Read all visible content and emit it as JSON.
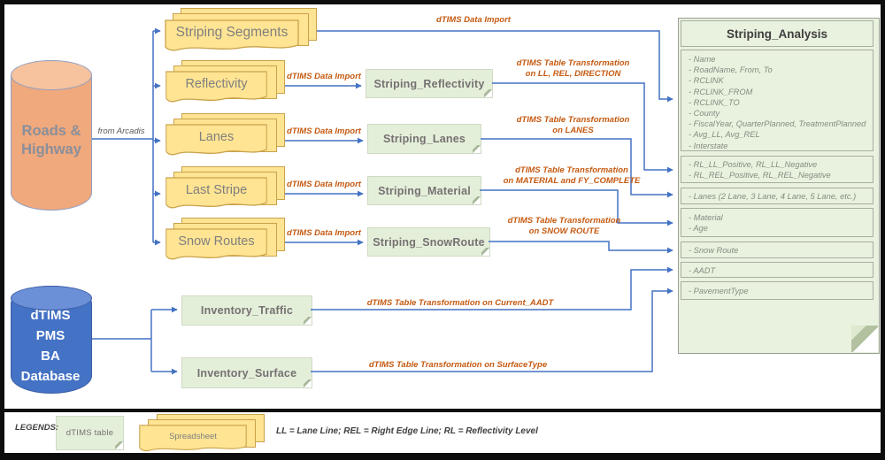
{
  "sources": {
    "roads": {
      "line1": "Roads &",
      "line2": "Highway",
      "flow_note": "from Arcadis"
    },
    "dtims": {
      "lines": [
        "dTIMS",
        "PMS",
        "BA",
        "Database"
      ]
    }
  },
  "spreadsheets": [
    {
      "label": "Striping Segments"
    },
    {
      "label": "Reflectivity"
    },
    {
      "label": "Lanes"
    },
    {
      "label": "Last Stripe"
    },
    {
      "label": "Snow Routes"
    }
  ],
  "tables": [
    {
      "label": "Striping_Reflectivity"
    },
    {
      "label": "Striping_Lanes"
    },
    {
      "label": "Striping_Material"
    },
    {
      "label": "Striping_SnowRoute"
    },
    {
      "label": "Inventory_Traffic"
    },
    {
      "label": "Inventory_Surface"
    }
  ],
  "flows": {
    "imports": [
      "dTIMS Data Import",
      "dTIMS Data Import",
      "dTIMS Data Import",
      "dTIMS Data Import",
      "dTIMS Data Import"
    ],
    "transformations": [
      {
        "line1": "dTIMS  Table  Transformation",
        "line2": "on LL, REL, DIRECTION"
      },
      {
        "line1": "dTIMS  Table  Transformation",
        "line2": "on LANES"
      },
      {
        "line1": "dTIMS  Table  Transformation",
        "line2": "on MATERIAL  and FY_COMPLETE"
      },
      {
        "line1": "dTIMS  Table  Transformation",
        "line2": "on SNOW ROUTE"
      },
      {
        "line1": "dTIMS Table Transformation on Current_AADT"
      },
      {
        "line1": "dTIMS Table Transformation on SurfaceType"
      }
    ]
  },
  "analysis": {
    "title": "Striping_Analysis",
    "sections": [
      {
        "lines": [
          "- Name",
          "- RoadName, From, To",
          "- RCLINK",
          "- RCLINK_FROM",
          "- RCLINK_TO",
          "- County",
          "- FiscalYear, QuarterPlanned, TreatmentPlanned",
          "- Avg_LL,  Avg_REL",
          "- Interstate"
        ]
      },
      {
        "lines": [
          "- RL_LL_Positive,  RL_LL_Negative",
          "- RL_REL_Positive,  RL_REL_Negative"
        ]
      },
      {
        "lines": [
          "- Lanes (2 Lane, 3 Lane, 4 Lane, 5 Lane, etc.)"
        ]
      },
      {
        "lines": [
          "- Material",
          "- Age"
        ]
      },
      {
        "lines": [
          "- Snow Route"
        ]
      },
      {
        "lines": [
          "- AADT"
        ]
      },
      {
        "lines": [
          "- PavementType"
        ]
      }
    ]
  },
  "legend": {
    "heading": "LEGENDS:",
    "table_label": "dTIMS table",
    "spreadsheet_label": "Spreadsheet",
    "abbreviations": "LL = Lane Line; REL = Right Edge Line; RL = Reflectivity  Level"
  },
  "colors": {
    "connector_blue": "#4472C4",
    "label_orange": "#C55A11",
    "spreadsheet_yellow": "#FFE493",
    "table_green": "#E4EFDA",
    "analysis_green": "#E9F1DF",
    "source_cylinder_orange": "#F0A87D",
    "database_cylinder_blue": "#4472C4"
  }
}
